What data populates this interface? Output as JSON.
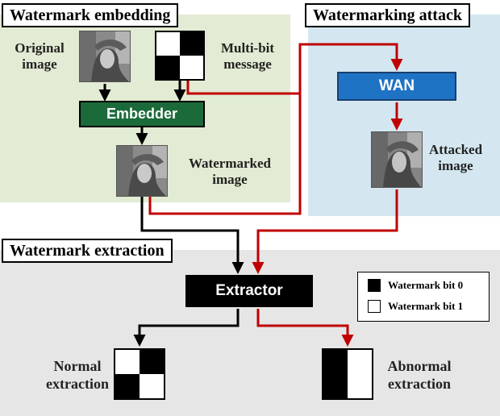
{
  "panels": {
    "embedding": {
      "title": "Watermark embedding",
      "bg": "#e2ebd3"
    },
    "attack": {
      "title": "Watermarking attack",
      "bg": "#d4e7f0"
    },
    "extraction": {
      "title": "Watermark extraction",
      "bg": "#e6e6e6"
    }
  },
  "labels": {
    "original_image": "Original\nimage",
    "multibit_message": "Multi-bit\nmessage",
    "watermarked_image": "Watermarked\nimage",
    "attacked_image": "Atta​cked\nimage",
    "normal_extraction": "Normal\nextraction",
    "abnormal_extraction": "Abnormal\nextraction"
  },
  "blocks": {
    "embedder": {
      "label": "Embedder",
      "color": "#1b6b3a"
    },
    "wan": {
      "label": "WAN",
      "color": "#1f73c4"
    },
    "extractor": {
      "label": "Extractor",
      "color": "#000000"
    }
  },
  "legend": {
    "bit0": "Watermark bit 0",
    "bit1": "Watermark bit 1"
  },
  "wire_colors": {
    "normal": "#000000",
    "attack": "#c00000"
  }
}
